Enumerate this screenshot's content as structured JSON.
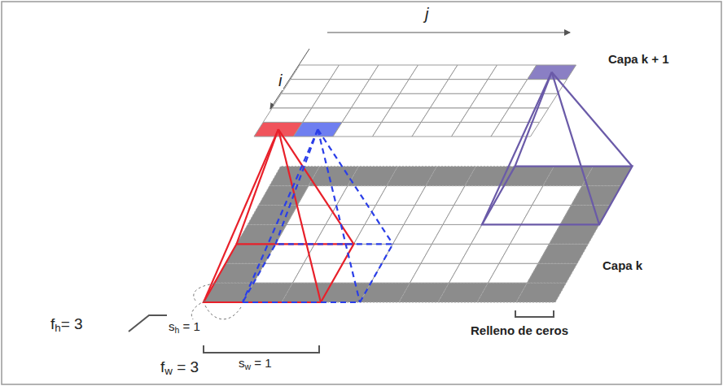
{
  "diagram": {
    "labels": [
      "j",
      "i",
      "Capa k + 1",
      "Capa k",
      "fh= 3",
      "sh = 1",
      "sw = 1",
      "fw = 3",
      "Relleno de ceros"
    ]
  }
}
